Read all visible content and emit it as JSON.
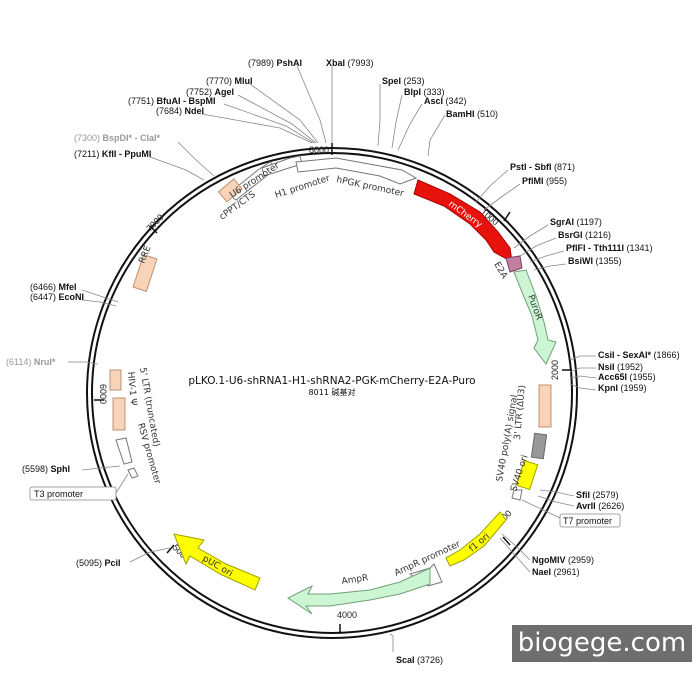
{
  "title": "pLKO.1-U6-shRNA1-H1-shRNA2-PGK-mCherry-E2A-Puro",
  "subtitle": "8011 碱基对",
  "watermark": "biogege.com",
  "colors": {
    "mcherry": "#e8120c",
    "green": "#cbf5d3",
    "yellow": "#ffff00",
    "peach": "#f8d3b8",
    "grey": "#999999",
    "pink": "#c080a0"
  },
  "ticks": [
    "8000",
    "1000",
    "2000",
    "3000",
    "4000",
    "5000",
    "6000",
    "7000"
  ],
  "features": [
    {
      "id": "hpgk",
      "label": "hPGK promoter",
      "color": "white"
    },
    {
      "id": "mcherry",
      "label": "mCherry",
      "color": "red"
    },
    {
      "id": "e2a",
      "label": "E2A",
      "color": "pink"
    },
    {
      "id": "puror",
      "label": "PuroR",
      "color": "green"
    },
    {
      "id": "sv40polya",
      "label": "SV40 poly(A) signal",
      "color": "grey"
    },
    {
      "id": "ltr3",
      "label": "3' LTR (ΔU3)",
      "color": "peach"
    },
    {
      "id": "sv40ori",
      "label": "SV40 ori",
      "color": "yellow"
    },
    {
      "id": "f1ori",
      "label": "f1 ori",
      "color": "yellow"
    },
    {
      "id": "ampprom",
      "label": "AmpR promoter",
      "color": "white"
    },
    {
      "id": "ampr",
      "label": "AmpR",
      "color": "green"
    },
    {
      "id": "puc",
      "label": "pUC ori",
      "color": "yellow"
    },
    {
      "id": "rsv",
      "label": "RSV promoter",
      "color": "white"
    },
    {
      "id": "ltr5",
      "label": "5' LTR (truncated)",
      "color": "peach"
    },
    {
      "id": "hiv",
      "label": "HIV-1 Ψ",
      "color": "peach"
    },
    {
      "id": "rre",
      "label": "RRE",
      "color": "peach"
    },
    {
      "id": "cppt",
      "label": "cPPT/CTS",
      "color": "peach"
    },
    {
      "id": "u6",
      "label": "U6 promoter",
      "color": "white"
    },
    {
      "id": "h1",
      "label": "H1 promoter",
      "color": "white"
    }
  ],
  "sites": [
    {
      "name": "PshAI",
      "pos": "(7989)"
    },
    {
      "name": "XbaI",
      "pos": "(7993)"
    },
    {
      "name": "MluI",
      "pos": "(7770)"
    },
    {
      "name": "AgeI",
      "pos": "(7752)"
    },
    {
      "name": "BfuAI - BspMI",
      "pos": "(7751)"
    },
    {
      "name": "NdeI",
      "pos": "(7684)"
    },
    {
      "name": "SpeI",
      "pos": "(253)"
    },
    {
      "name": "BlpI",
      "pos": "(333)"
    },
    {
      "name": "AscI",
      "pos": "(342)"
    },
    {
      "name": "BamHI",
      "pos": "(510)"
    },
    {
      "name": "BspDI* - ClaI*",
      "pos": "(7300)"
    },
    {
      "name": "KflI - PpuMI",
      "pos": "(7211)"
    },
    {
      "name": "PstI - SbfI",
      "pos": "(871)"
    },
    {
      "name": "PflMI",
      "pos": "(955)"
    },
    {
      "name": "SgrAI",
      "pos": "(1197)"
    },
    {
      "name": "BsrGI",
      "pos": "(1216)"
    },
    {
      "name": "PflFI - Tth111I",
      "pos": "(1341)"
    },
    {
      "name": "BsiWI",
      "pos": "(1355)"
    },
    {
      "name": "MfeI",
      "pos": "(6466)"
    },
    {
      "name": "EcoNI",
      "pos": "(6447)"
    },
    {
      "name": "NruI*",
      "pos": "(6114)"
    },
    {
      "name": "CsiI - SexAI*",
      "pos": "(1866)"
    },
    {
      "name": "NsiI",
      "pos": "(1952)"
    },
    {
      "name": "Acc65I",
      "pos": "(1955)"
    },
    {
      "name": "KpnI",
      "pos": "(1959)"
    },
    {
      "name": "SphI",
      "pos": "(5598)"
    },
    {
      "name": "SfiI",
      "pos": "(2579)"
    },
    {
      "name": "AvrII",
      "pos": "(2626)"
    },
    {
      "name": "NgoMIV",
      "pos": "(2959)"
    },
    {
      "name": "NaeI",
      "pos": "(2961)"
    },
    {
      "name": "PciI",
      "pos": "(5095)"
    },
    {
      "name": "ScaI",
      "pos": "(3726)"
    }
  ],
  "boxed": [
    "T3 promoter",
    "T7 promoter"
  ]
}
